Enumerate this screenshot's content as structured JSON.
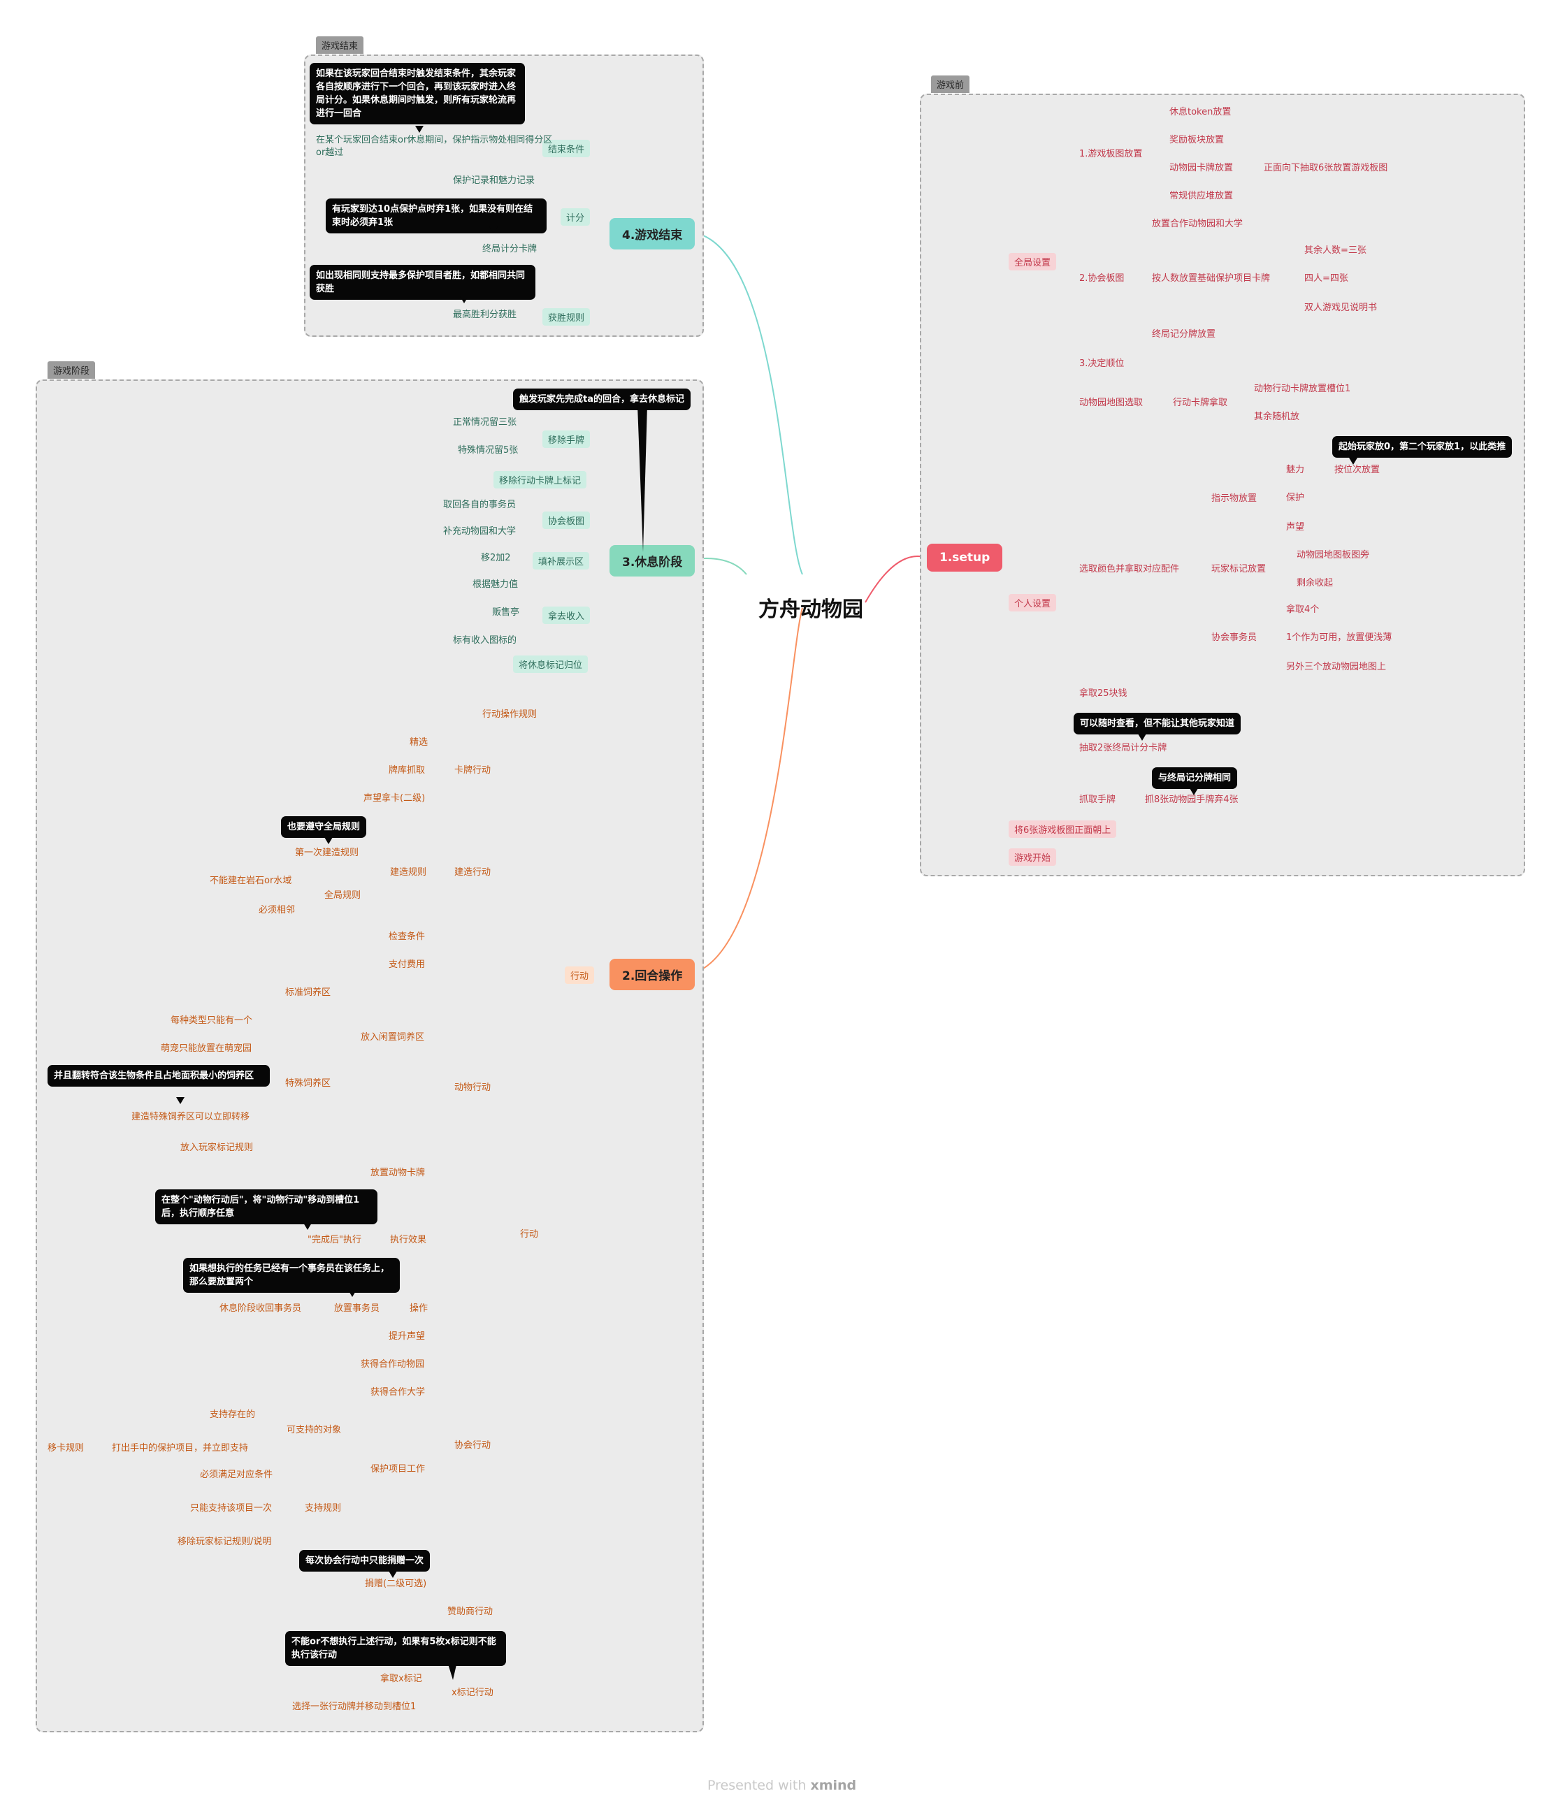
{
  "center": "方舟动物园",
  "footer": {
    "prefix": "Presented with",
    "brand": "xmind"
  },
  "colors": {
    "setup": "#ef5b6b",
    "round": "#f99160",
    "rest": "#86d9bc",
    "end": "#7ed8cf"
  },
  "boundaries": {
    "before": "游戏前",
    "end": "游戏结束",
    "stage": "游戏阶段"
  },
  "setup": {
    "title": "1.setup",
    "global": "全局设置",
    "board": "1.游戏板图放置",
    "board_items": [
      "休息token放置",
      "奖励板块放置",
      "动物园卡牌放置",
      "常规供应堆放置"
    ],
    "board_animal_detail": "正面向下抽取6张放置游戏板图",
    "assoc": "2.协会板图",
    "assoc_items": [
      "放置合作动物园和大学",
      "按人数放置基础保护项目卡牌",
      "终局记分牌放置"
    ],
    "player_counts": [
      "其余人数=三张",
      "四人=四张",
      "双人游戏见说明书"
    ],
    "order": "3.决定顺位",
    "personal": "个人设置",
    "map_pick": "动物园地图选取",
    "action_cards": "行动卡牌拿取",
    "action_card_items": [
      "动物行动卡牌放置槽位1",
      "其余随机放"
    ],
    "color_pick": "选取颜色并拿取对应配件",
    "markers": "指示物放置",
    "marker_items": [
      "魅力",
      "保护",
      "声望"
    ],
    "marker_charm_detail": "按位次放置",
    "callout_start": "起始玩家放0，第二个玩家放1，以此类推",
    "player_tokens": "玩家标记放置",
    "player_token_items": [
      "动物园地图板图旁",
      "剩余收起"
    ],
    "workers": "协会事务员",
    "worker_items": [
      "拿取4个",
      "1个作为可用，放置便浅薄",
      "另外三个放动物园地图上"
    ],
    "money": "拿取25块钱",
    "callout_peek": "可以随时查看，但不能让其他玩家知道",
    "final_cards": "抽取2张终局计分卡牌",
    "callout_same": "与终局记分牌相同",
    "hand": "抓取手牌",
    "hand_detail": "抓8张动物园手牌弃4张",
    "flip": "将6张游戏板图正面朝上",
    "start": "游戏开始"
  },
  "end": {
    "title": "4.游戏结束",
    "callout_trigger": "如果在该玩家回合结束时触发结束条件，其余玩家各自按顺序进行下一个回合，再到该玩家时进入终局计分。如果休息期间时触发，则所有玩家轮流再进行一回合",
    "condition": "结束条件",
    "condition_detail": "在某个玩家回合结束or休息期间，保护指示物处相同得分区or越过",
    "scoring": "计分",
    "scoring_items": [
      "保护记录和魅力记录",
      "终局计分卡牌"
    ],
    "callout_score": "有玩家到达10点保护点时弃1张，如果没有则在结束时必须弃1张",
    "win": "获胜规则",
    "win_detail": "最高胜利分获胜",
    "callout_tie": "如出现相同则支持最多保护项目者胜，如都相同共同获胜"
  },
  "rest": {
    "title": "3.休息阶段",
    "callout": "触发玩家先完成ta的回合，拿去休息标记",
    "discard": "移除手牌",
    "discard_items": [
      "正常情况留三张",
      "特殊情况留5张"
    ],
    "remove_marks": "移除行动卡牌上标记",
    "assoc": "协会板图",
    "assoc_items": [
      "取回各自的事务员",
      "补充动物园和大学"
    ],
    "refill": "填补展示区",
    "refill_detail": "移2加2",
    "income": "拿去收入",
    "income_items": [
      "根据魅力值",
      "贩售亭",
      "标有收入图标的"
    ],
    "reset": "将休息标记归位"
  },
  "round": {
    "title": "2.回合操作",
    "action": "行动",
    "rule": "行动操作规则",
    "action2": "行动",
    "card_action": "卡牌行动",
    "card_items": [
      "精选",
      "牌库抓取",
      "声望拿卡(二级)"
    ],
    "build_action": "建造行动",
    "build_rules": "建造规则",
    "callout_global": "也要遵守全局规则",
    "first_build": "第一次建造规则",
    "global_rules": "全局规则",
    "global_rule_items": [
      "不能建在岩石or水域",
      "必须相邻"
    ],
    "animal_action": "动物行动",
    "check": "检查条件",
    "pay": "支付费用",
    "enclosure": "放入闲置饲养区",
    "std_enclosure": "标准饲养区",
    "special_enclosure": "特殊饲养区",
    "special_items": [
      "每种类型只能有一个",
      "萌宠只能放置在萌宠园",
      "建造特殊饲养区可以立即转移",
      "放入玩家标记规则"
    ],
    "callout_smallest": "并且翻转符合该生物条件且占地面积最小的饲养区",
    "place_card": "放置动物卡牌",
    "effect": "执行效果",
    "effect_detail": "\"完成后\"执行",
    "callout_after": "在整个\"动物行动后\"，将\"动物行动\"移动到槽位1后，执行顺序任意",
    "assoc_action": "协会行动",
    "operate": "操作",
    "place_worker": "放置事务员",
    "place_worker_detail": "休息阶段收回事务员",
    "callout_two": "如果想执行的任务已经有一个事务员在该任务上，那么要放置两个",
    "assoc_items": [
      "提升声望",
      "获得合作动物园",
      "获得合作大学"
    ],
    "project": "保护项目工作",
    "supportable": "可支持的对象",
    "supportable_items": [
      "支持存在的",
      "打出手中的保护项目，并立即支持"
    ],
    "move_card_rule": "移卡规则",
    "support_rules": "支持规则",
    "support_rule_items": [
      "必须满足对应条件",
      "只能支持该项目一次",
      "移除玩家标记规则/说明"
    ],
    "donate": "捐赠(二级可选)",
    "callout_donate": "每次协会行动中只能捐赠一次",
    "sponsor_action": "赞助商行动",
    "x_action": "x标记行动",
    "x_items": [
      "拿取x标记",
      "选择一张行动牌并移动到槽位1"
    ],
    "callout_x": "不能or不想执行上述行动，如果有5枚x标记则不能执行该行动"
  }
}
